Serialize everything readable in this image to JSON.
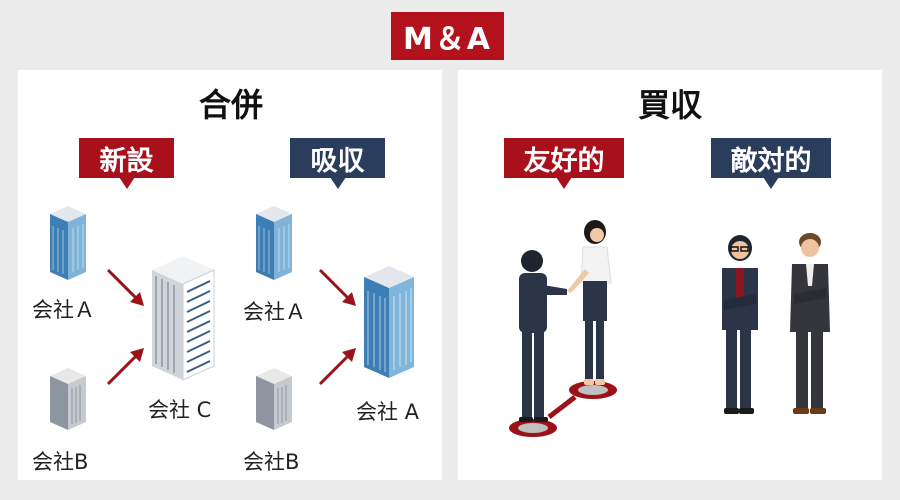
{
  "title": "M＆A",
  "merger": {
    "title": "合併",
    "new_tag": "新設",
    "absorb_tag": "吸収",
    "new": {
      "company_a": "会社Ａ",
      "company_b": "会社B",
      "result": "会社 C"
    },
    "absorb": {
      "company_a": "会社Ａ",
      "company_b": "会社B",
      "result": "会社 A"
    }
  },
  "acquisition": {
    "title": "買収",
    "friendly_tag": "友好的",
    "hostile_tag": "敵対的"
  },
  "colors": {
    "accent_red": "#b3121c",
    "navy": "#2b3d5c",
    "arrow": "#9c1219"
  }
}
